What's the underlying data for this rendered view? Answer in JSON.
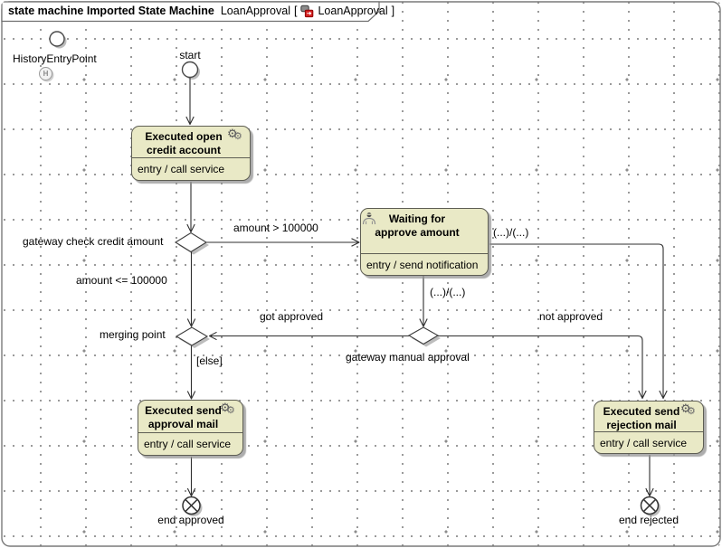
{
  "header": {
    "keyword": "state machine Imported State Machine",
    "instance": "LoanApproval",
    "open_bracket": "[",
    "ref": "LoanApproval",
    "close_bracket": "]"
  },
  "nodes": {
    "history_entry_point": "HistoryEntryPoint",
    "history_letter": "H",
    "start": "start",
    "gateway_check": "gateway check credit amount",
    "merging_point": "merging point",
    "gateway_manual": "gateway manual approval",
    "end_approved": "end approved",
    "end_rejected": "end rejected"
  },
  "states": {
    "open_credit": {
      "title": "Executed open\ncredit account",
      "body": "entry / call service"
    },
    "waiting": {
      "title": "Waiting for\napprove amount",
      "body": "entry / send notification"
    },
    "approval_mail": {
      "title": "Executed send\napproval mail",
      "body": "entry / call service"
    },
    "rejection_mail": {
      "title": "Executed send\nrejection mail",
      "body": "entry / call service"
    }
  },
  "transitions": {
    "amount_gt": "amount > 100000",
    "amount_le": "amount <= 100000",
    "waiting_effect_right": "(...)/(...)",
    "waiting_effect_down": "(...)/(...)",
    "got_approved": "got approved",
    "not_approved": "not approved",
    "else_guard": "[else]"
  },
  "icons": {
    "gear": "⚙"
  },
  "colors": {
    "state_fill": "#e9e9c6",
    "state_border": "#5e5e54",
    "line": "#2f2f2f",
    "grid_dot": "#9a9a9a",
    "frame_border": "#7a7a7a",
    "header_icon_red": "#cc1111"
  }
}
